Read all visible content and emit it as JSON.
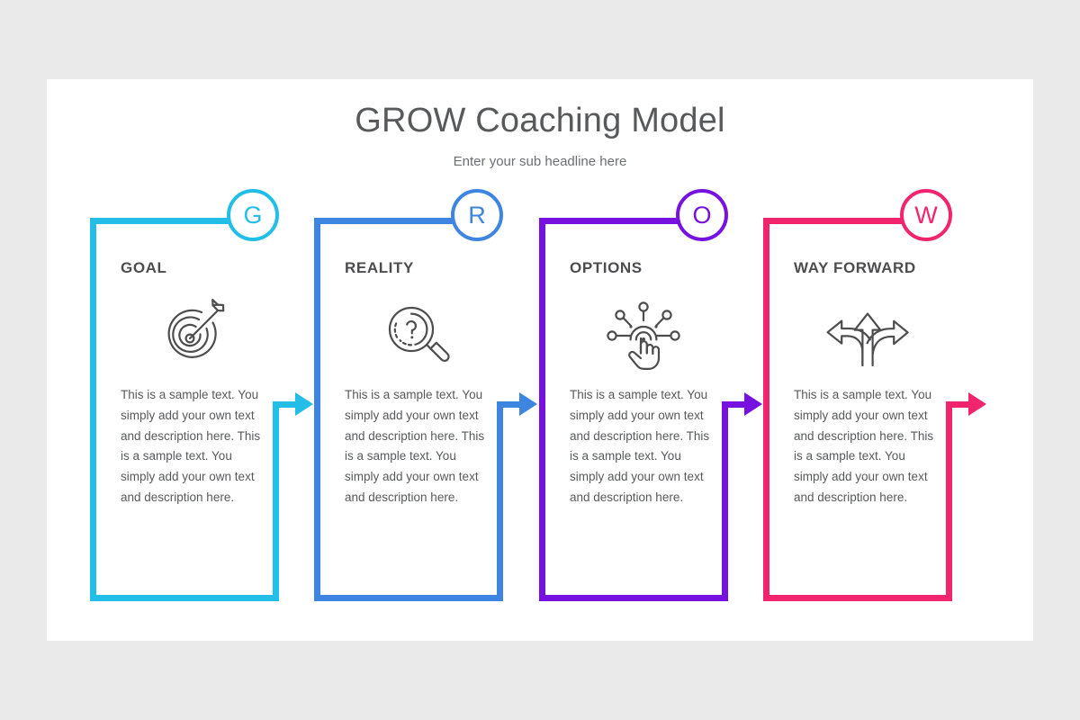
{
  "slide": {
    "title": "GROW Coaching Model",
    "subtitle": "Enter your sub headline here",
    "background_color": "#eaeaea",
    "panel_color": "#ffffff"
  },
  "body_text": "This is a sample text. You simply add your own text and description here. This is a sample text. You simply add your own text and description here.",
  "steps": [
    {
      "letter": "G",
      "heading": "GOAL",
      "icon": "target-arrow-icon",
      "color": "#22bee8",
      "body": "This is a sample text. You simply add your own text and description here. This is a sample text. You simply add your own text and description here."
    },
    {
      "letter": "R",
      "heading": "REALITY",
      "icon": "magnifier-question-icon",
      "color": "#3d85e0",
      "body": "This is a sample text. You simply add your own text and description here. This is a sample text. You simply add your own text and description here."
    },
    {
      "letter": "O",
      "heading": "OPTIONS",
      "icon": "hand-network-icon",
      "color": "#7711e0",
      "body": "This is a sample text. You simply add your own text and description here. This is a sample text. You simply add your own text and description here."
    },
    {
      "letter": "W",
      "heading": "WAY FORWARD",
      "icon": "three-arrows-icon",
      "color": "#f1246e",
      "body": "This is a sample text. You simply add your own text and description here. This is a sample text. You simply add your own text and description here."
    }
  ]
}
